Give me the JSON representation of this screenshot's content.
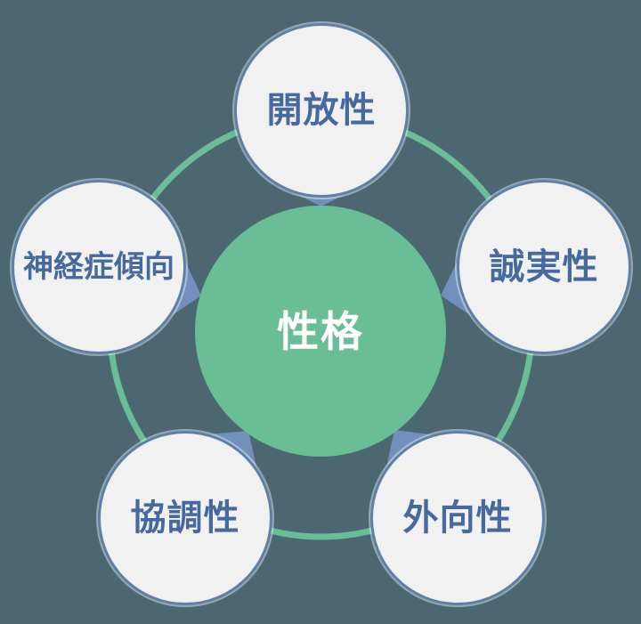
{
  "diagram": {
    "title": "big-five-personality-cycle",
    "center": {
      "label": "性格"
    },
    "nodes": [
      {
        "id": "openness",
        "label": "開放性"
      },
      {
        "id": "conscientiousness",
        "label": "誠実性"
      },
      {
        "id": "extraversion",
        "label": "外向性"
      },
      {
        "id": "agreeableness",
        "label": "協調性"
      },
      {
        "id": "neuroticism",
        "label": "神経症傾向"
      }
    ],
    "colors": {
      "background": "#4C6771",
      "center_fill": "#69BE95",
      "ring": "#69BE95",
      "node_fill": "#F1F1F1",
      "node_border": "#5E80A7",
      "node_text": "#46699F",
      "center_text": "#FFFFFF",
      "arrow": "#7390BD"
    }
  }
}
